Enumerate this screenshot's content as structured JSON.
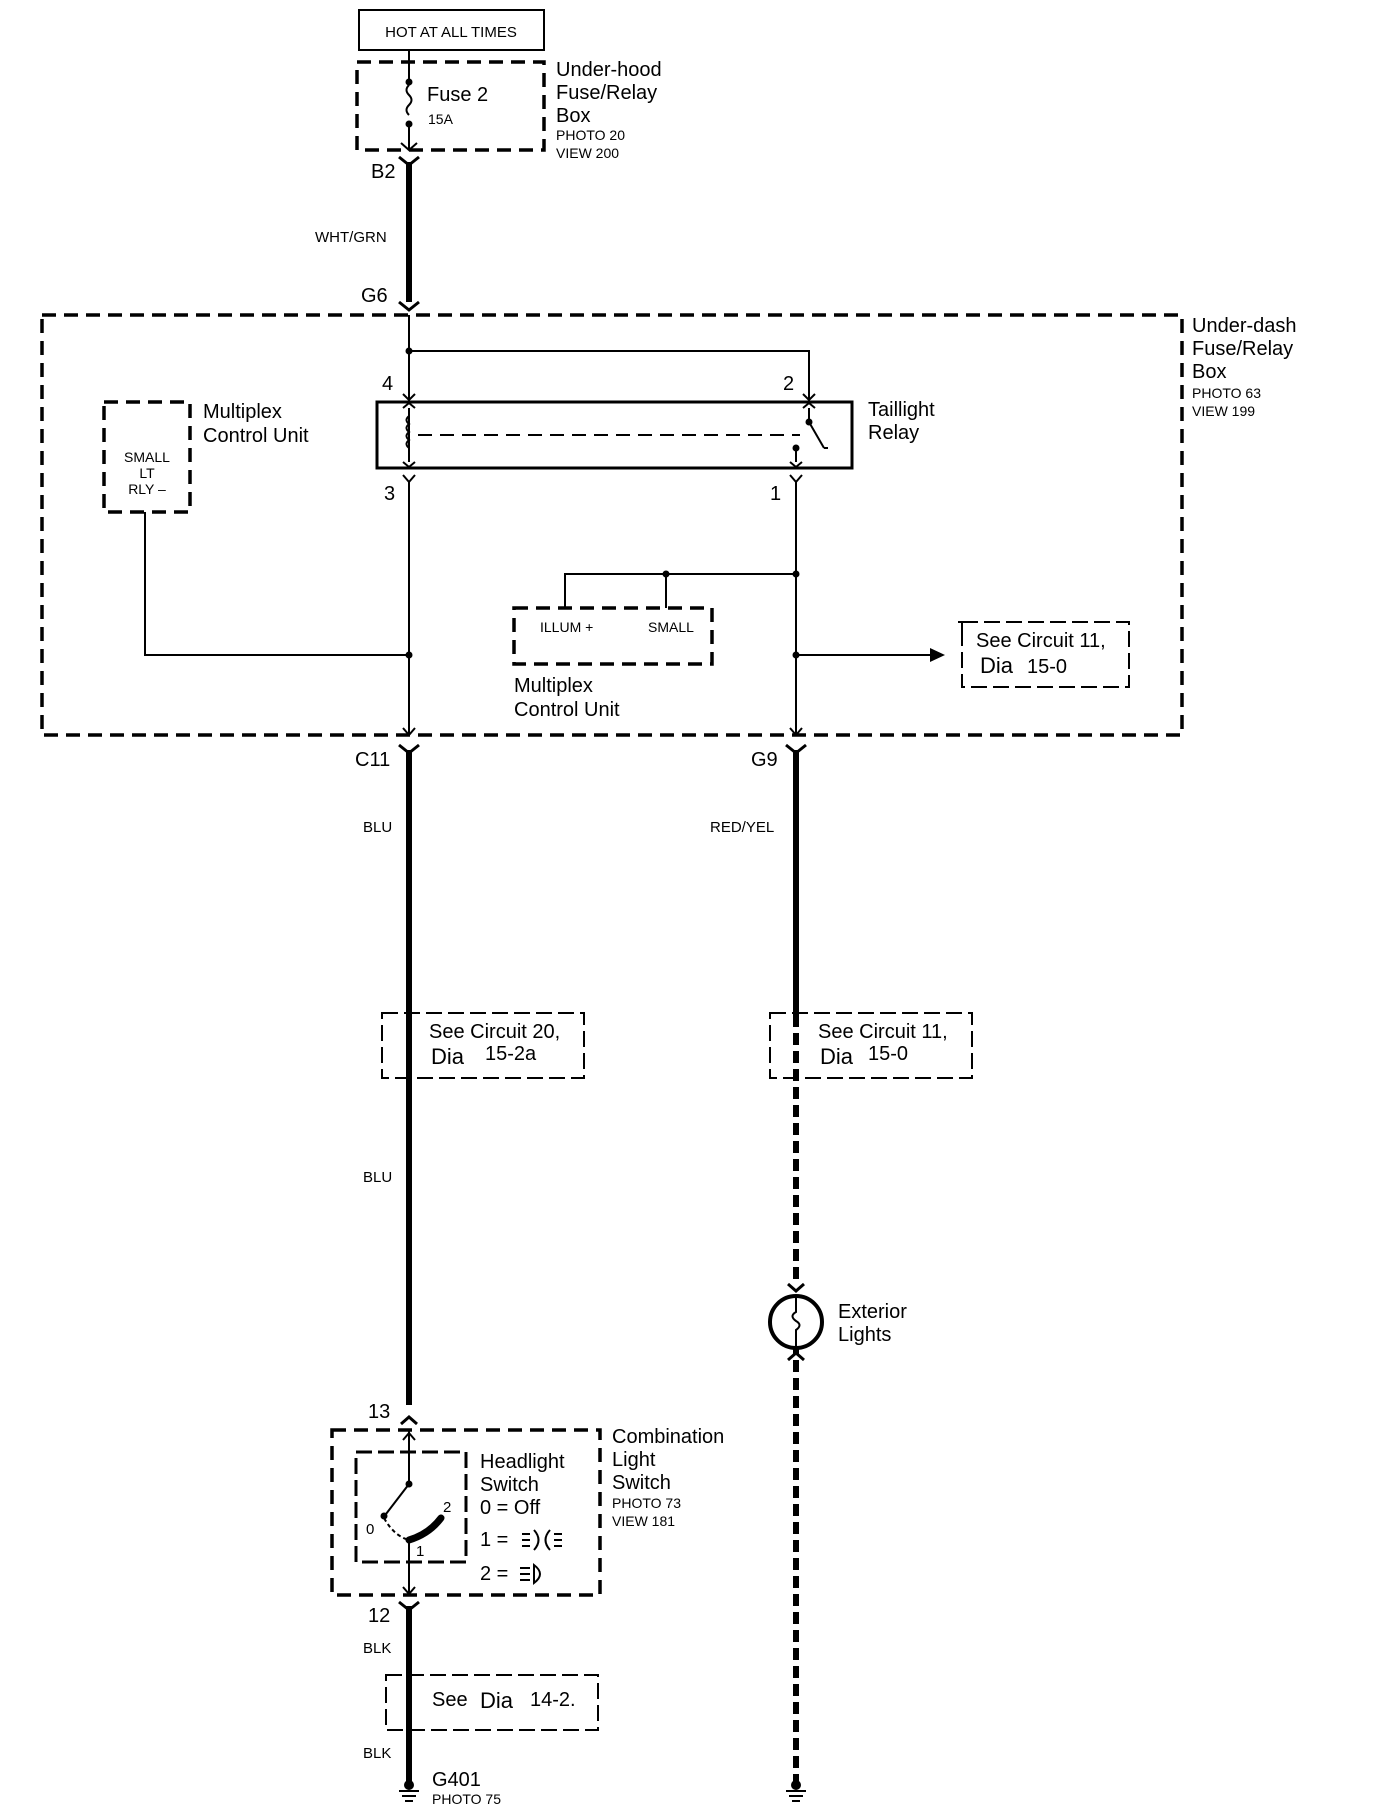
{
  "hot_label": "HOT AT ALL TIMES",
  "fuse": {
    "name": "Fuse 2",
    "rating": "15A"
  },
  "underhood_box": {
    "line1": "Under-hood",
    "line2": "Fuse/Relay",
    "line3": "Box",
    "photo": "PHOTO 20",
    "view": "VIEW 200"
  },
  "connectors": {
    "b2": "B2",
    "g6": "G6",
    "c11": "C11",
    "g9": "G9",
    "pin4": "4",
    "pin2": "2",
    "pin3": "3",
    "pin1": "1",
    "pin13": "13",
    "pin12": "12"
  },
  "wires": {
    "wht_grn": "WHT/GRN",
    "blu1": "BLU",
    "blu2": "BLU",
    "red_yel": "RED/YEL",
    "blk1": "BLK",
    "blk2": "BLK"
  },
  "underdash_box": {
    "line1": "Under-dash",
    "line2": "Fuse/Relay",
    "line3": "Box",
    "photo": "PHOTO 63",
    "view": "VIEW 199"
  },
  "mcu_left": {
    "label1": "Multiplex",
    "label2": "Control Unit",
    "pin1": "SMALL",
    "pin2": "LT",
    "pin3": "RLY –"
  },
  "relay": {
    "line1": "Taillight",
    "line2": "Relay"
  },
  "mcu_center": {
    "illum": "ILLUM +",
    "small": "SMALL",
    "label1": "Multiplex",
    "label2": "Control Unit"
  },
  "refs": {
    "c11_top": {
      "line1": "See Circuit 11,",
      "dia": "Dia",
      "num": "15-0"
    },
    "c20": {
      "line1": "See Circuit 20,",
      "dia": "Dia",
      "num": "15-2a"
    },
    "c11_mid": {
      "line1": "See Circuit 11,",
      "dia": "Dia",
      "num": "15-0"
    },
    "dia14": {
      "see": "See",
      "dia": "Dia",
      "num": "14-2."
    }
  },
  "exterior_lights": {
    "line1": "Exterior",
    "line2": "Lights"
  },
  "combination_switch": {
    "line1": "Combination",
    "line2": "Light",
    "line3": "Switch",
    "photo": "PHOTO 73",
    "view": "VIEW 181"
  },
  "headlight_switch": {
    "line1": "Headlight",
    "line2": "Switch",
    "pos0": "0 = Off",
    "pos1": "1 =",
    "pos2": "2 =",
    "pin0": "0",
    "pin1": "1",
    "pin2": "2"
  },
  "ground": {
    "name": "G401",
    "photo": "PHOTO 75"
  }
}
